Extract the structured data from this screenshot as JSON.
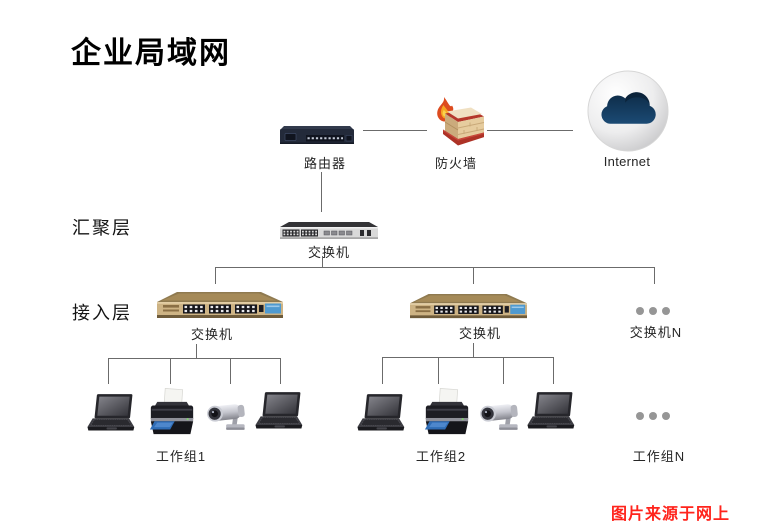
{
  "title": "企业局域网",
  "layers": {
    "aggregation": "汇聚层",
    "access": "接入层"
  },
  "top_tier": {
    "router": "路由器",
    "firewall": "防火墙",
    "internet": "Internet"
  },
  "aggregation_tier": {
    "core_switch": "交换机"
  },
  "access_tier": {
    "switch1": "交换机",
    "switch2": "交换机",
    "switchN": "交换机N"
  },
  "workgroups": {
    "group1": "工作组1",
    "group2": "工作组2",
    "groupN": "工作组N"
  },
  "watermark": {
    "text": "图片来源于网上",
    "color": "#ff241c"
  },
  "colors": {
    "connector_line": "#6b6b6b",
    "label_text": "#262626",
    "access_switch_tan": "#cdb384",
    "access_switch_top": "#9b8259",
    "switch_port_label_blue": "#4f9ad0",
    "internet_cloud_navy": "#14395c",
    "firewall_brick_red": "#b5372b",
    "firewall_wall_cream": "#eed9b9",
    "ellipsis_dot_gray": "#969696"
  },
  "icons": {
    "router": "router-device-icon",
    "firewall": "firewall-brick-flame-icon",
    "internet": "cloud-circle-icon",
    "switch": "rack-switch-icon",
    "laptop": "laptop-icon",
    "printer": "printer-icon",
    "camera": "security-camera-icon",
    "more": "ellipsis-dots-icon"
  }
}
